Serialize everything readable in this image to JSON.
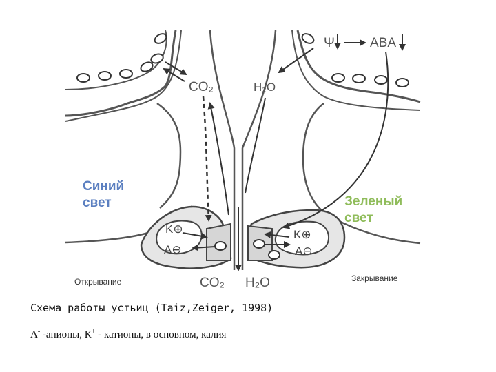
{
  "labels": {
    "blue_light_1": "Синий",
    "blue_light_2": "свет",
    "green_light_1": "Зеленый",
    "green_light_2": "свет",
    "opening": "Открывание",
    "closing": "Закрывание",
    "co2_top": "CO₂",
    "h2o_top": "H₂O",
    "co2_bottom": "CO₂",
    "h2o_bottom": "H₂O",
    "psi": "Ψ",
    "aba": "ABA",
    "k_left": "K⊕",
    "a_left": "A⊖",
    "k_right": "K⊕",
    "a_right": "A⊖"
  },
  "caption": "Схема работы устьиц  (Taiz,Zeiger, 1998)",
  "legend": {
    "a_letter": "А",
    "a_sup": "-",
    "a_text": " -анионы, К",
    "k_sup": "+",
    "k_text": " - катионы, в основном, калия"
  },
  "colors": {
    "blue_light": "#5b7fc0",
    "green_light": "#8fbc5a",
    "line": "#444444",
    "cell_fill": "#e6e6e6"
  }
}
